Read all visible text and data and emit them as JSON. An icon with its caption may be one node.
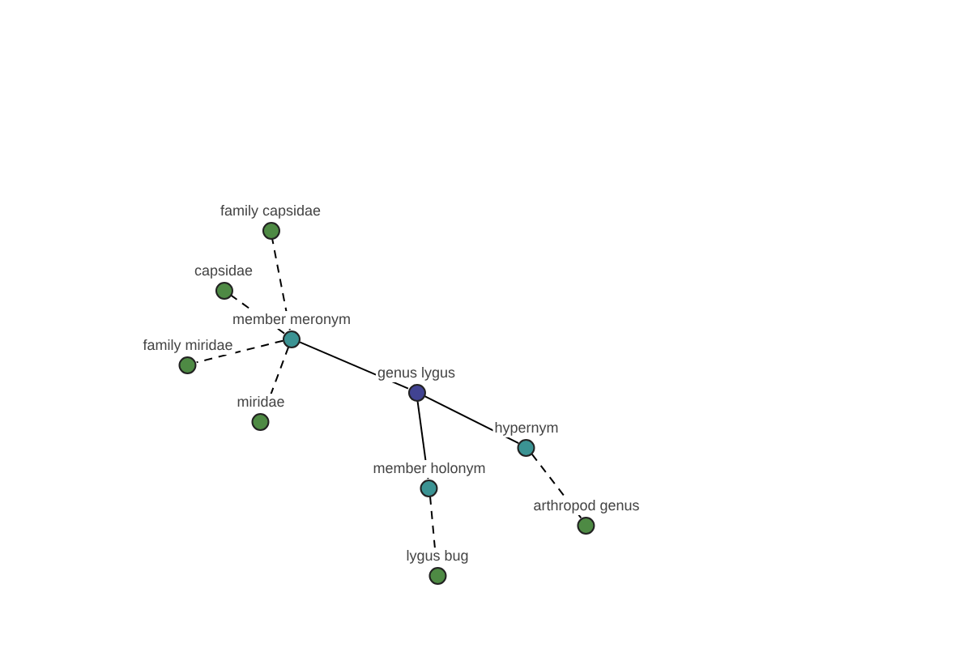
{
  "diagram": {
    "nodes": [
      {
        "text": [
          "family capsidae"
        ]
      },
      {
        "text": [
          "capsidae"
        ]
      },
      {
        "text": [
          "member meronym"
        ]
      },
      {
        "text": [
          "family miridae"
        ]
      },
      {
        "text": [
          "miridae"
        ]
      },
      {
        "text": [
          "genus lygus"
        ]
      },
      {
        "text": [
          "hypernym"
        ]
      },
      {
        "text": [
          "member holonym"
        ]
      },
      {
        "text": [
          "arthropod genus"
        ]
      },
      {
        "text": [
          "lygus bug"
        ]
      }
    ],
    "edges": [
      {
        "from": 5,
        "to": 2,
        "arrow": "none"
      },
      {
        "from": 5,
        "to": 7,
        "arrow": "none"
      },
      {
        "from": 5,
        "to": 6,
        "arrow": "none"
      },
      {
        "from": 2,
        "to": 0,
        "arrow": "none",
        "style": "dashed"
      },
      {
        "from": 2,
        "to": 1,
        "arrow": "none",
        "style": "dashed"
      },
      {
        "from": 2,
        "to": 3,
        "arrow": "none",
        "style": "dashed"
      },
      {
        "from": 2,
        "to": 4,
        "arrow": "none",
        "style": "dashed"
      },
      {
        "from": 6,
        "to": 8,
        "arrow": "none",
        "style": "dashed"
      },
      {
        "from": 7,
        "to": 9,
        "arrow": "none",
        "style": "dashed"
      }
    ]
  }
}
